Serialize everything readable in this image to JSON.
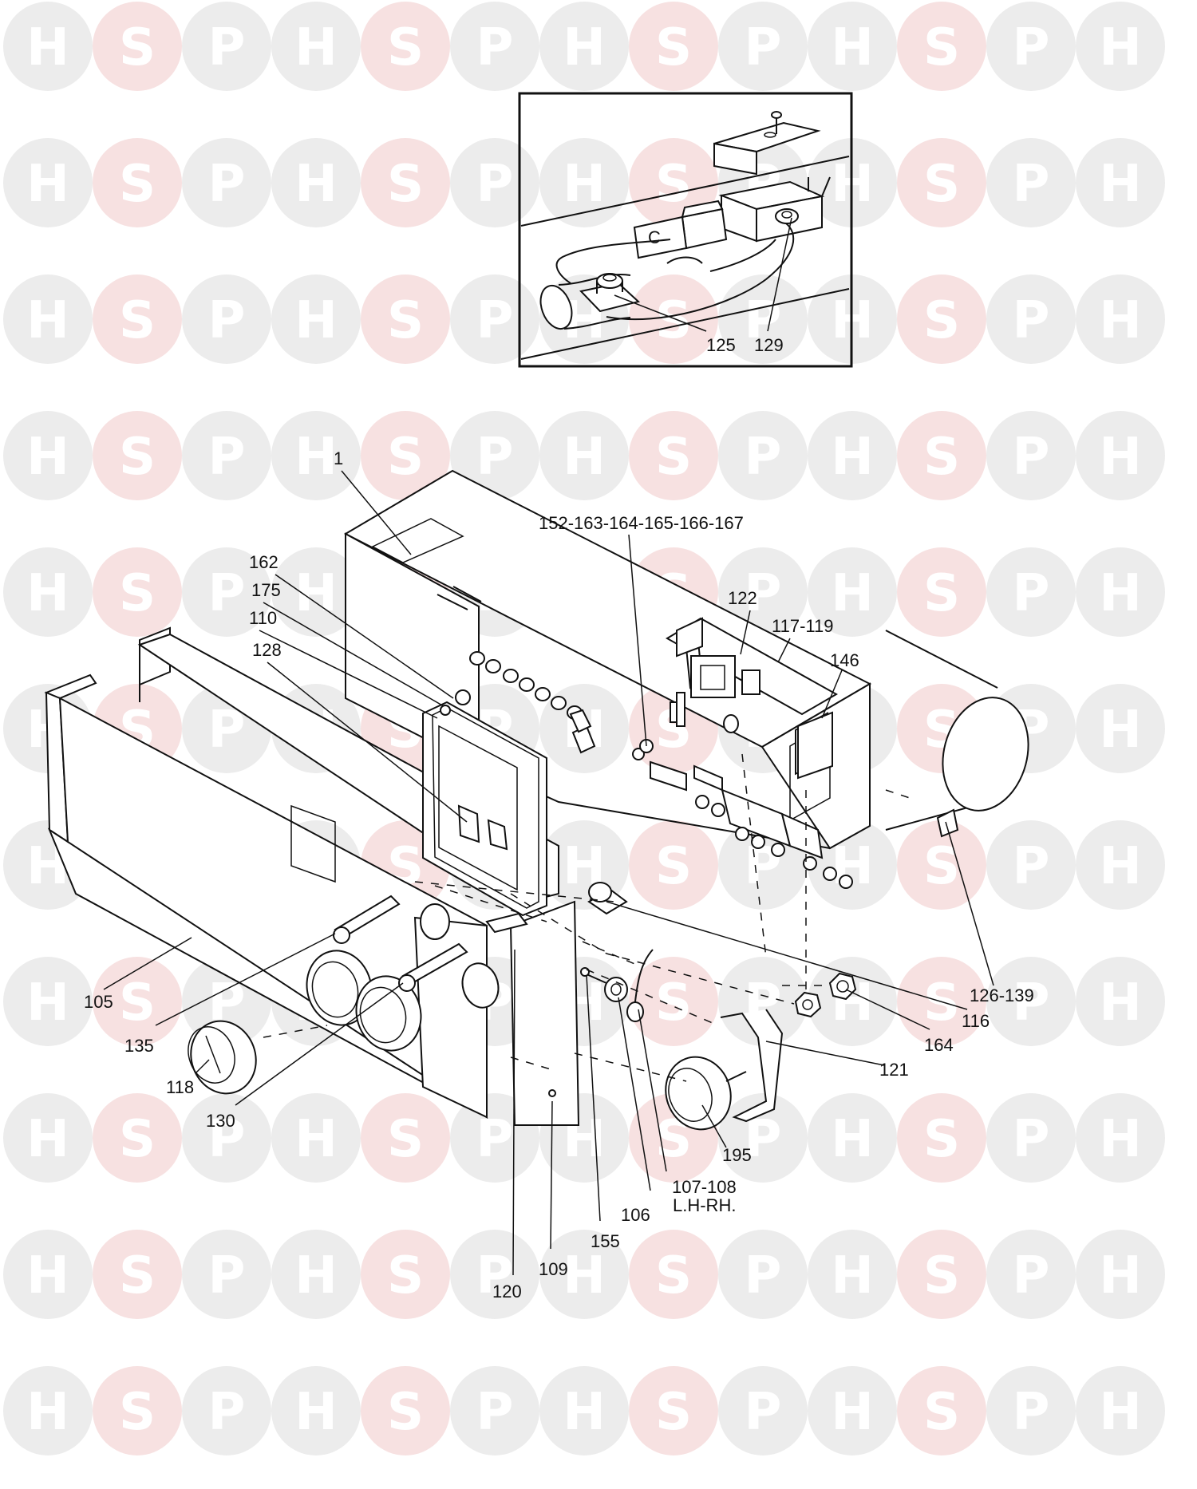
{
  "watermark": {
    "letters": [
      "H",
      "S",
      "P"
    ],
    "colors": {
      "H": "#ececec",
      "S": "#f7e1e1",
      "P": "#ececec"
    }
  },
  "colors": {
    "ink": "#111111",
    "background": "#ffffff"
  },
  "inset": {
    "panel_letter": "C",
    "callouts": {
      "c125": "125",
      "c129": "129"
    }
  },
  "callouts": {
    "c1": "1",
    "c152_167": "152-163-164-165-166-167",
    "c162": "162",
    "c175": "175",
    "c110": "110",
    "c128": "128",
    "c122": "122",
    "c117_119": "117-119",
    "c146": "146",
    "c105": "105",
    "c135": "135",
    "c118": "118",
    "c130": "130",
    "c126_139": "126-139",
    "c116": "116",
    "c164": "164",
    "c121": "121",
    "c195": "195",
    "c107_108": "107-108",
    "c107_108_sub": "L.H-RH.",
    "c106": "106",
    "c155": "155",
    "c109": "109",
    "c120": "120"
  }
}
